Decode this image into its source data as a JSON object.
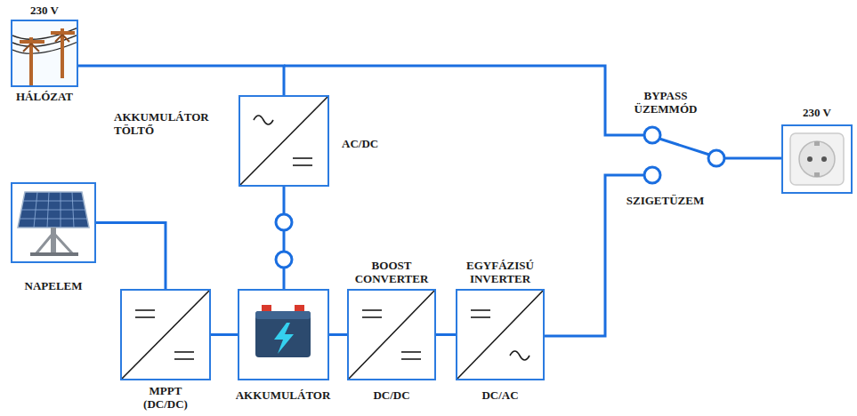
{
  "diagram": {
    "nodes": [
      {
        "text": [
          "230 V",
          "HÁLÓZAT"
        ]
      },
      {
        "text": [
          "AKKUMULÁTOR TÖLTŐ",
          "AC/DC"
        ]
      },
      {
        "text": [
          "NAPELEM"
        ]
      },
      {
        "text": [
          "MPPT (DC/DC)"
        ]
      },
      {
        "text": [
          "AKKUMULÁTOR"
        ]
      },
      {
        "text": [
          "BOOST CONVERTER",
          "DC/DC"
        ]
      },
      {
        "text": [
          "EGYFÁZISÚ INVERTER",
          "DC/AC"
        ]
      },
      {
        "text": [
          "230 V"
        ]
      }
    ],
    "edges": [
      {
        "from": 0,
        "to": 1,
        "arrow": "none"
      },
      {
        "from": 1,
        "to": 4,
        "arrow": "none"
      },
      {
        "from": 2,
        "to": 3,
        "arrow": "none"
      },
      {
        "from": 3,
        "to": 4,
        "arrow": "none"
      },
      {
        "from": 4,
        "to": 5,
        "arrow": "none"
      },
      {
        "from": 5,
        "to": 6,
        "arrow": "none"
      }
    ],
    "labels": [
      "BYPASS ÜZEMMÓD",
      "SZIGETÜZEM"
    ]
  }
}
